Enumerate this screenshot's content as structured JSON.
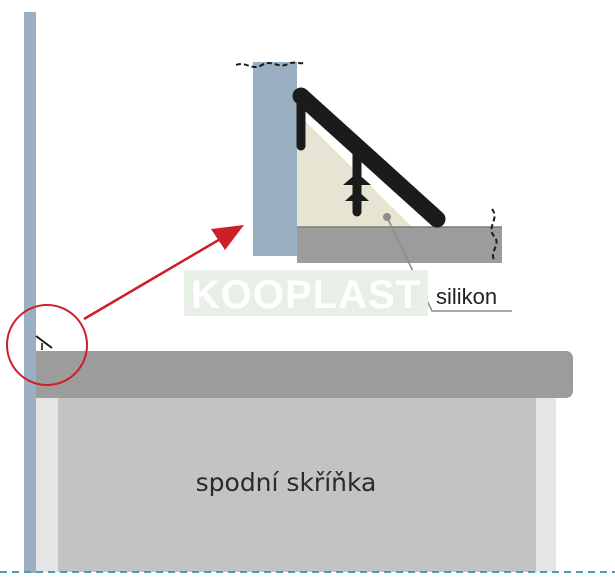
{
  "labels": {
    "watermark": "KOOPLAST",
    "sealant": "silikon",
    "cabinet": "spodní skříňka"
  },
  "colors": {
    "wall": "#9aafc2",
    "worktop": "#9c9c9c",
    "worktop_edge": "#7b7b7b",
    "cabinet_body": "#c3c3c3",
    "cabinet_side": "#e5e5e5",
    "profile": "#1b1b1b",
    "silicone": "#e6e4d2",
    "callout": "#cc1f26",
    "watermark_bg": "#e8efe7",
    "watermark_text": "#ffffff",
    "floor_line": "#4c9db4"
  },
  "icons": {
    "callout_arrow": "arrow-up-right-icon",
    "detail_circle": "magnifier-circle-icon",
    "break_line": "wavy-break-icon"
  }
}
